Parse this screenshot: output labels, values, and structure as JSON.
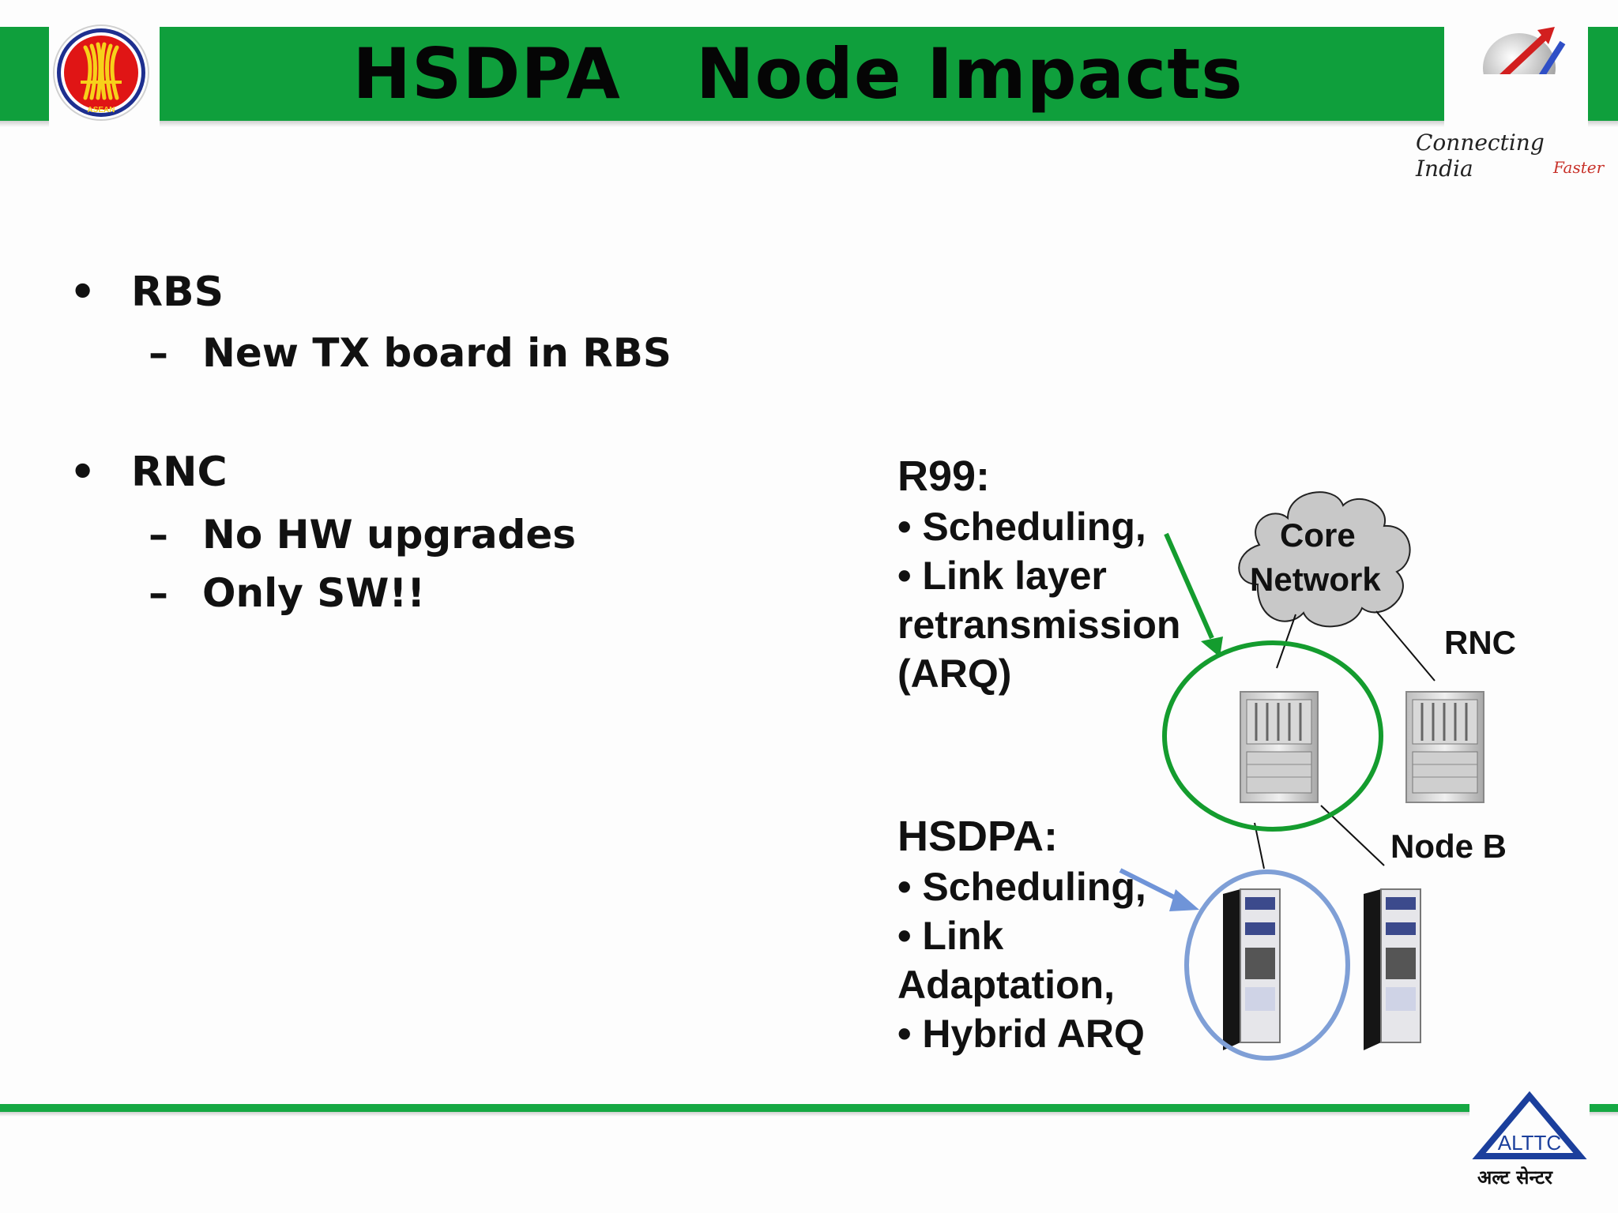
{
  "slide": {
    "title": "HSDPA   Node Impacts",
    "logos": {
      "left": "asean-logo",
      "right_tagline_1": "Connecting India",
      "right_tagline_2": "Faster",
      "bottom_right_abbr": "ALTTC",
      "bottom_right_hindi": "अल्ट सेन्टर"
    }
  },
  "bullets": [
    {
      "symbol": "•",
      "label": "RBS",
      "subs": [
        {
          "dash": "–",
          "text": "New TX board in RBS"
        }
      ]
    },
    {
      "symbol": "•",
      "label": "RNC",
      "subs": [
        {
          "dash": "–",
          "text": "No HW upgrades"
        },
        {
          "dash": "–",
          "text": "Only SW!!"
        }
      ]
    }
  ],
  "diagram": {
    "r99": {
      "heading": "R99:",
      "lines": [
        "• Scheduling,",
        "• Link layer",
        "retransmission",
        "(ARQ)"
      ]
    },
    "hsdpa": {
      "heading": "HSDPA:",
      "lines": [
        "• Scheduling,",
        "• Link",
        "Adaptation,",
        "• Hybrid ARQ"
      ]
    },
    "cloud_line1": "Core",
    "cloud_line2": "Network",
    "rnc_label": "RNC",
    "nodeb_label": "Node B",
    "colors": {
      "green_circle": "#149c2e",
      "blue_circle": "#7f9fd6",
      "green_arrow": "#149c2e",
      "blue_arrow": "#6f94d8",
      "cloud": "#c8c8c8"
    }
  }
}
